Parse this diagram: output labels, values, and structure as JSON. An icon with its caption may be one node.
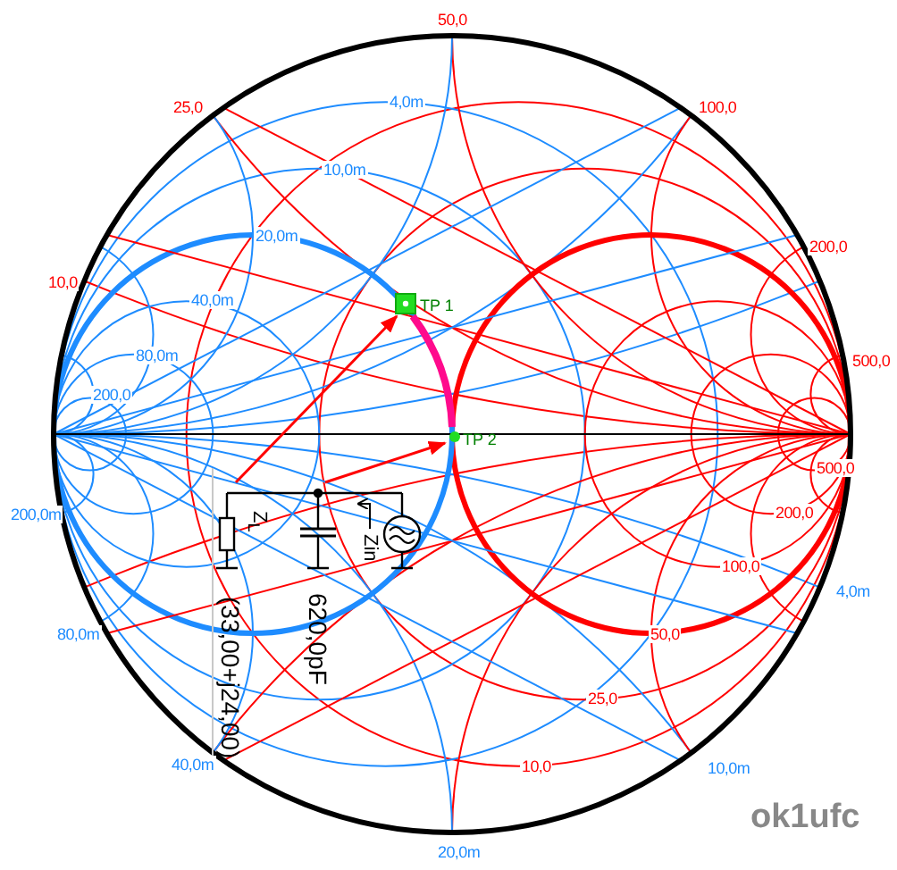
{
  "diagram": {
    "nodes": [
      {
        "text": [
          "TP 1"
        ]
      },
      {
        "text": [
          "TP 2"
        ]
      },
      {
        "text": [
          "Z$_{L}$",
          "(33,00+j24,00)"
        ]
      },
      {
        "text": [
          "620,0pF"
        ]
      }
    ],
    "edges": [
      {
        "from": 2,
        "to": 0,
        "arrow": "to"
      },
      {
        "from": 3,
        "to": 1,
        "arrow": "to"
      },
      {
        "from": 0,
        "to": 1,
        "arrow": "none",
        "style": "thick",
        "color": "#ff0a8c"
      }
    ],
    "labels": [
      "50,0",
      "4,0m",
      "25,0",
      "100,0",
      "10,0m",
      "20,0m",
      "200,0",
      "10,0",
      "40,0m",
      "80,0m",
      "500,0",
      "200,0",
      "500,0",
      "200,0",
      "Zin",
      "200,0m",
      "100,0",
      "4,0m",
      "50,0",
      "80,0m",
      "25,0",
      "40,0m",
      "10,0",
      "10,0m",
      "ok1ufc",
      "20,0m"
    ]
  }
}
